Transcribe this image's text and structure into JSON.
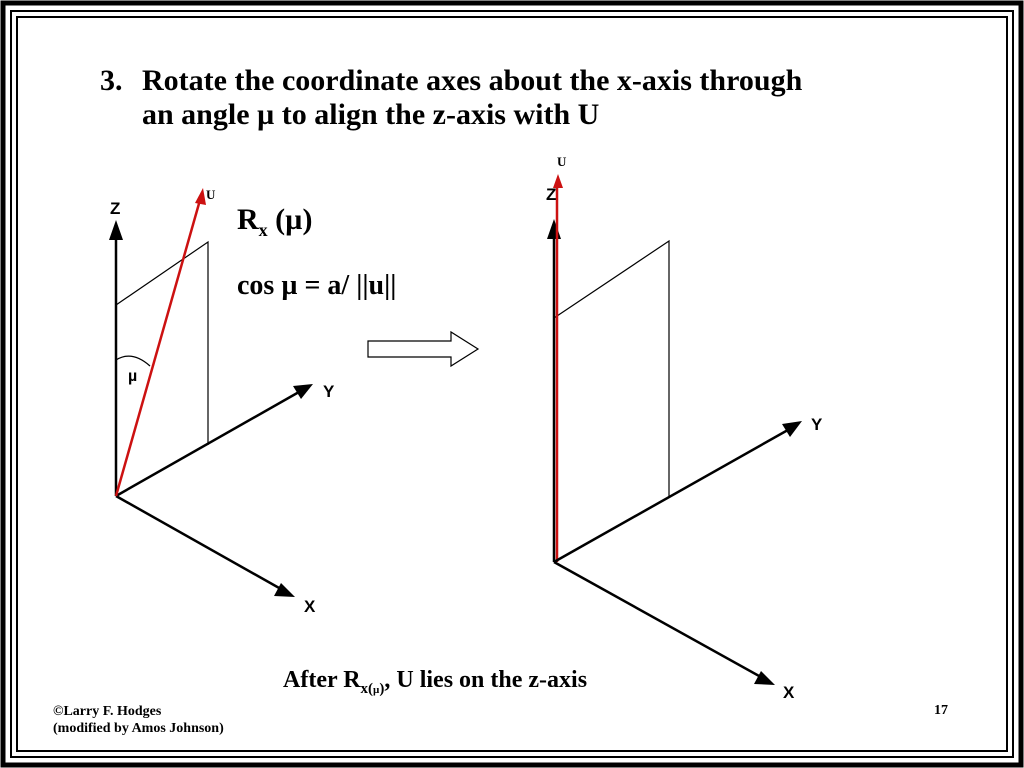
{
  "slide": {
    "title_number": "3.",
    "title_line1": "Rotate the coordinate axes about the x-axis through",
    "title_line2": "an angle µ to align the z-axis with U",
    "formula_rx_main": "R",
    "formula_rx_sub": "x",
    "formula_rx_arg": " (µ)",
    "formula_cos": "cos µ = a/ ||u||",
    "caption_prefix": "After R",
    "caption_sub_x": "x",
    "caption_sub_open": "(",
    "caption_sub_mu": "µ",
    "caption_sub_close": ")",
    "caption_suffix": ",   U lies on the z-axis",
    "footer_line1": "©Larry F. Hodges",
    "footer_line2": "(modified by Amos Johnson)",
    "page_number": "17"
  },
  "diagram_left": {
    "z_label": "Z",
    "y_label": "Y",
    "x_label": "X",
    "u_label": "U",
    "angle_label": "µ"
  },
  "diagram_right": {
    "z_label": "Z",
    "y_label": "Y",
    "x_label": "X",
    "u_label": "U"
  },
  "colors": {
    "vector": "#cc1111",
    "axis": "#000000",
    "frame": "#000000"
  }
}
